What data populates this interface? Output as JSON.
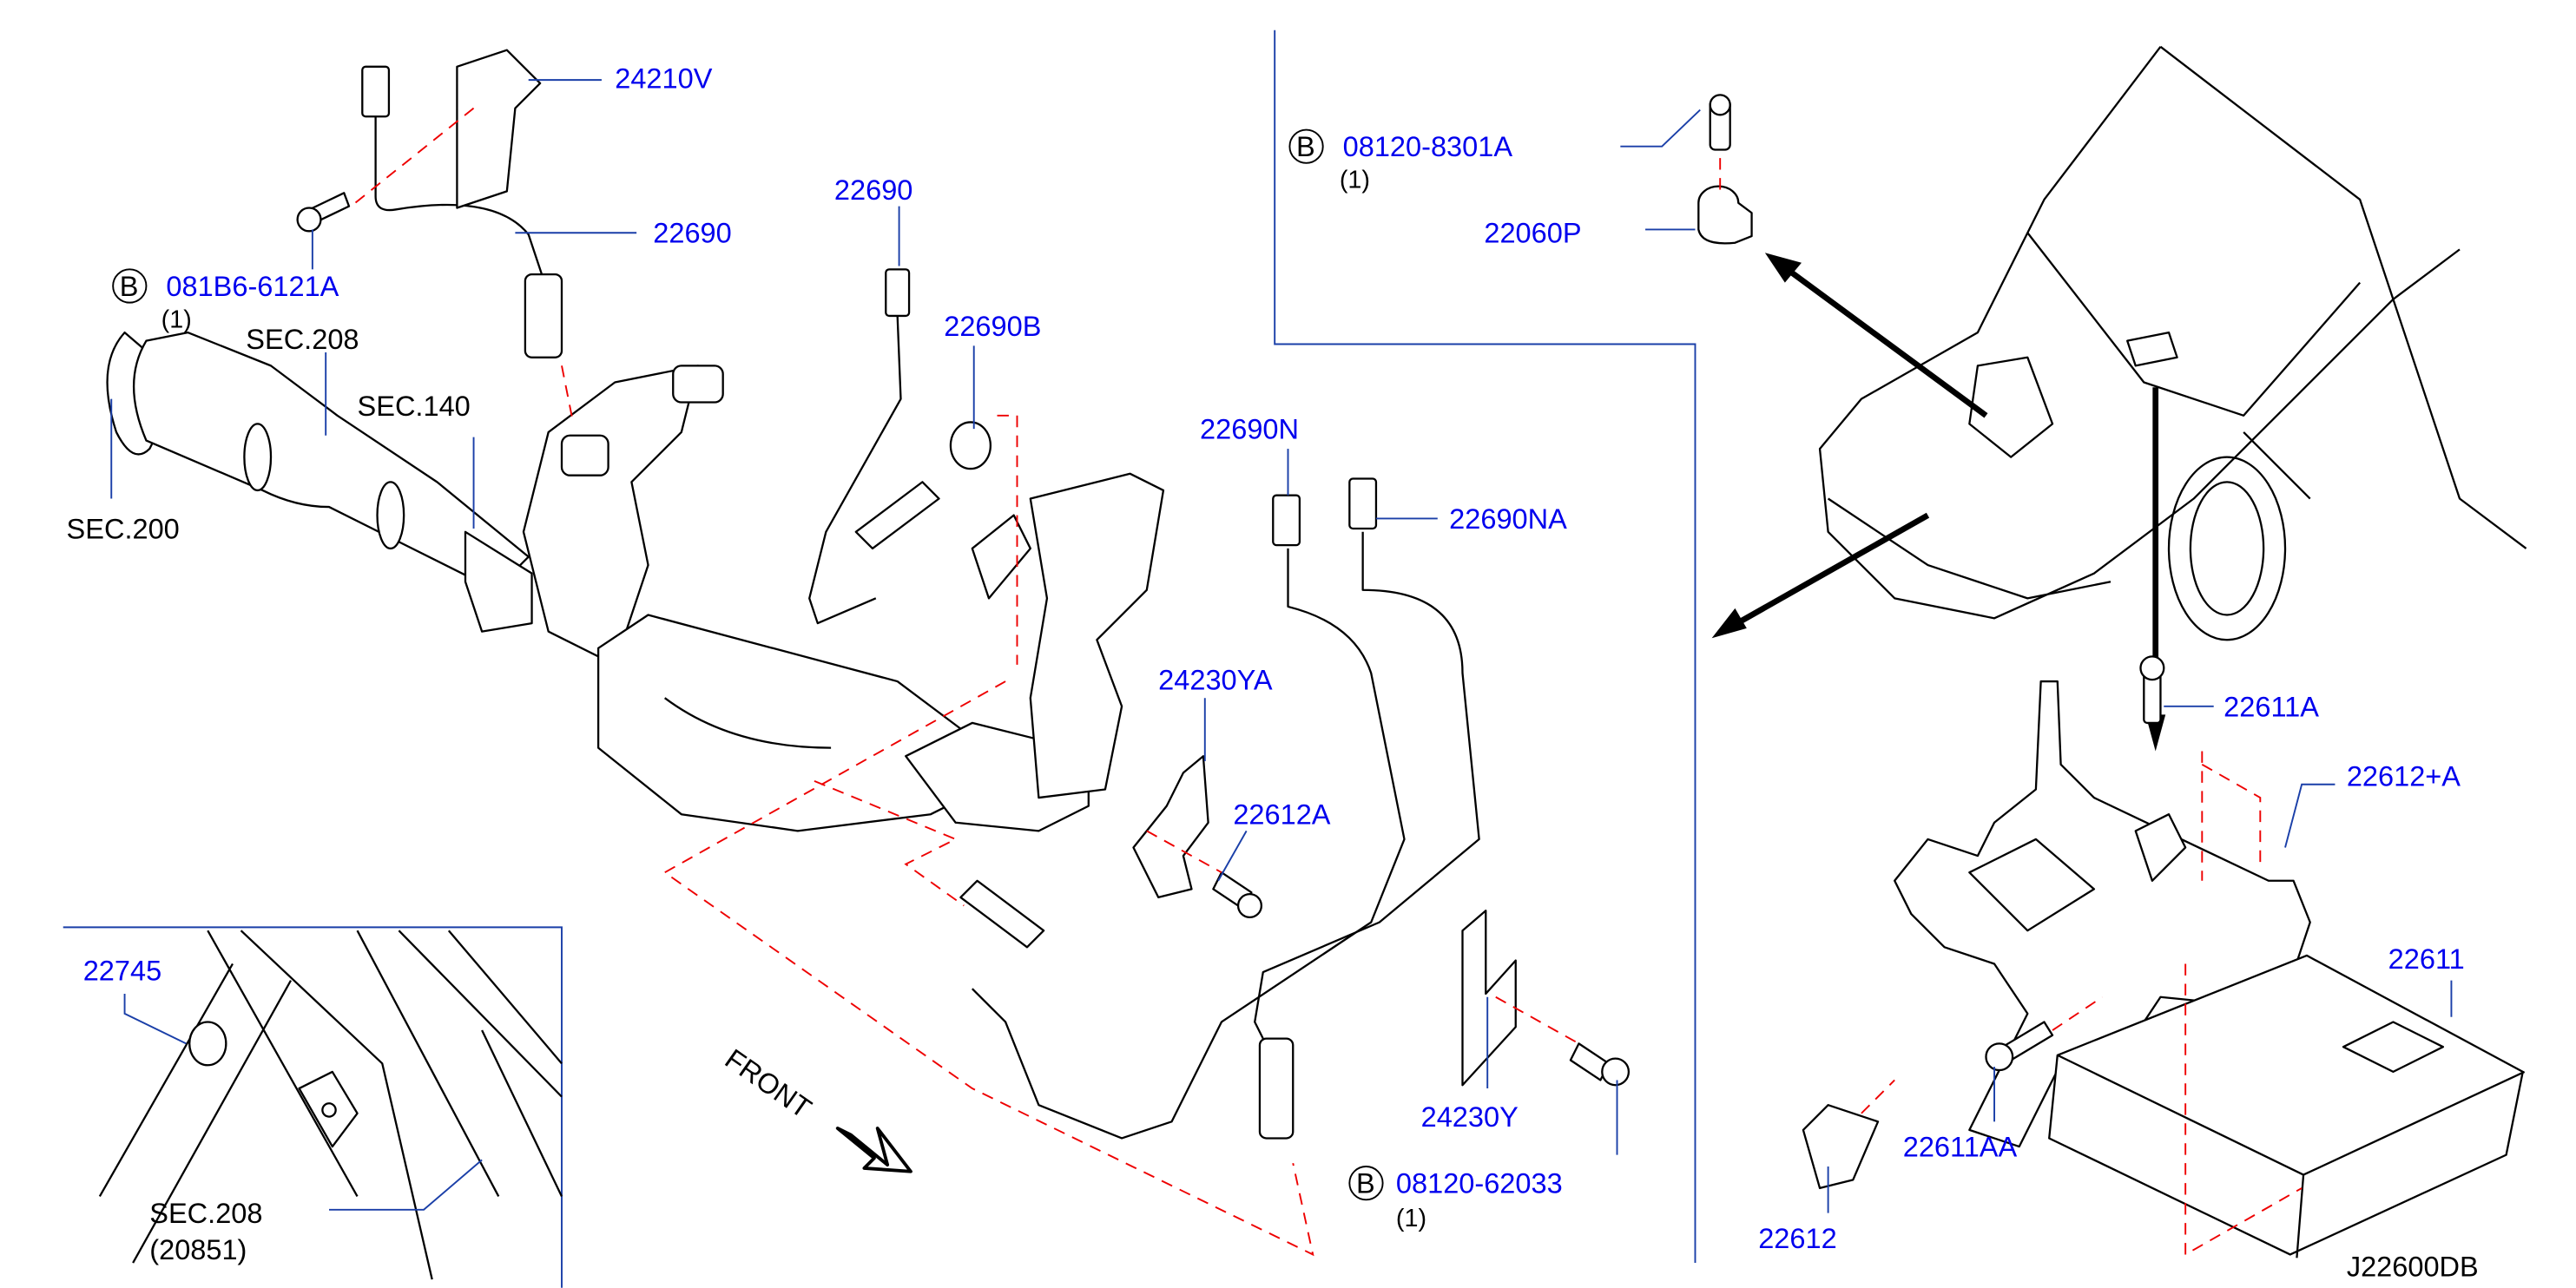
{
  "diagram_code": "J22600DB",
  "front_label": "FRONT",
  "parts": {
    "p24210V": "24210V",
    "p22690_upper": "22690",
    "p081B6": {
      "prefix": "B",
      "number": "081B6-6121A",
      "qty": "(1)"
    },
    "sec208": "SEC.208",
    "sec140": "SEC.140",
    "sec200": "SEC.200",
    "p22690_mid": "22690",
    "p22690B": "22690B",
    "p22690N": "22690N",
    "p22690NA": "22690NA",
    "p24230YA": "24230YA",
    "p22612A": "22612A",
    "p24230Y": "24230Y",
    "p08120_62033": {
      "prefix": "B",
      "number": "08120-62033",
      "qty": "(1)"
    },
    "p08120_8301A": {
      "prefix": "B",
      "number": "08120-8301A",
      "qty": "(1)"
    },
    "p22060P": "22060P",
    "p22611A": "22611A",
    "p22612plusA": "22612+A",
    "p22611": "22611",
    "p22611AA": "22611AA",
    "p22612": "22612"
  },
  "inset": {
    "p22745": "22745",
    "sec208": "SEC.208",
    "sec208_sub": "(20851)"
  },
  "colors": {
    "part_number": "#0000ee",
    "leader": "#1a3fa8",
    "dashed": "#ee0000"
  }
}
